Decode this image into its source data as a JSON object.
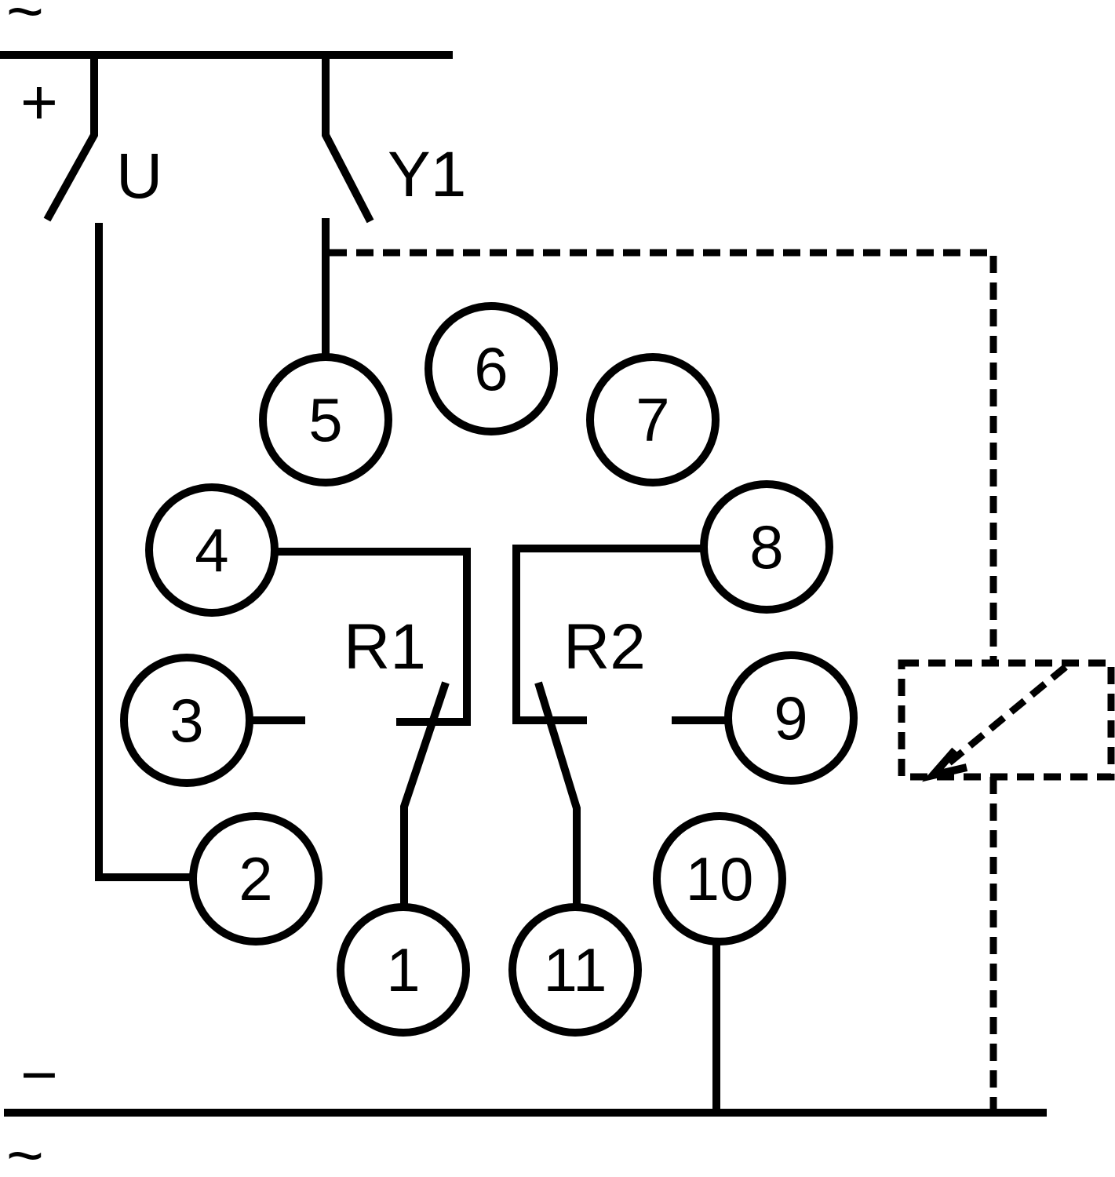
{
  "supply": {
    "ac_top": "~",
    "plus": "+",
    "minus": "−",
    "ac_bottom": "~"
  },
  "switches": {
    "u": "U",
    "y1": "Y1"
  },
  "contacts": {
    "r1": "R1",
    "r2": "R2"
  },
  "pins": {
    "p1": "1",
    "p2": "2",
    "p3": "3",
    "p4": "4",
    "p5": "5",
    "p6": "6",
    "p7": "7",
    "p8": "8",
    "p9": "9",
    "p10": "10",
    "p11": "11"
  }
}
